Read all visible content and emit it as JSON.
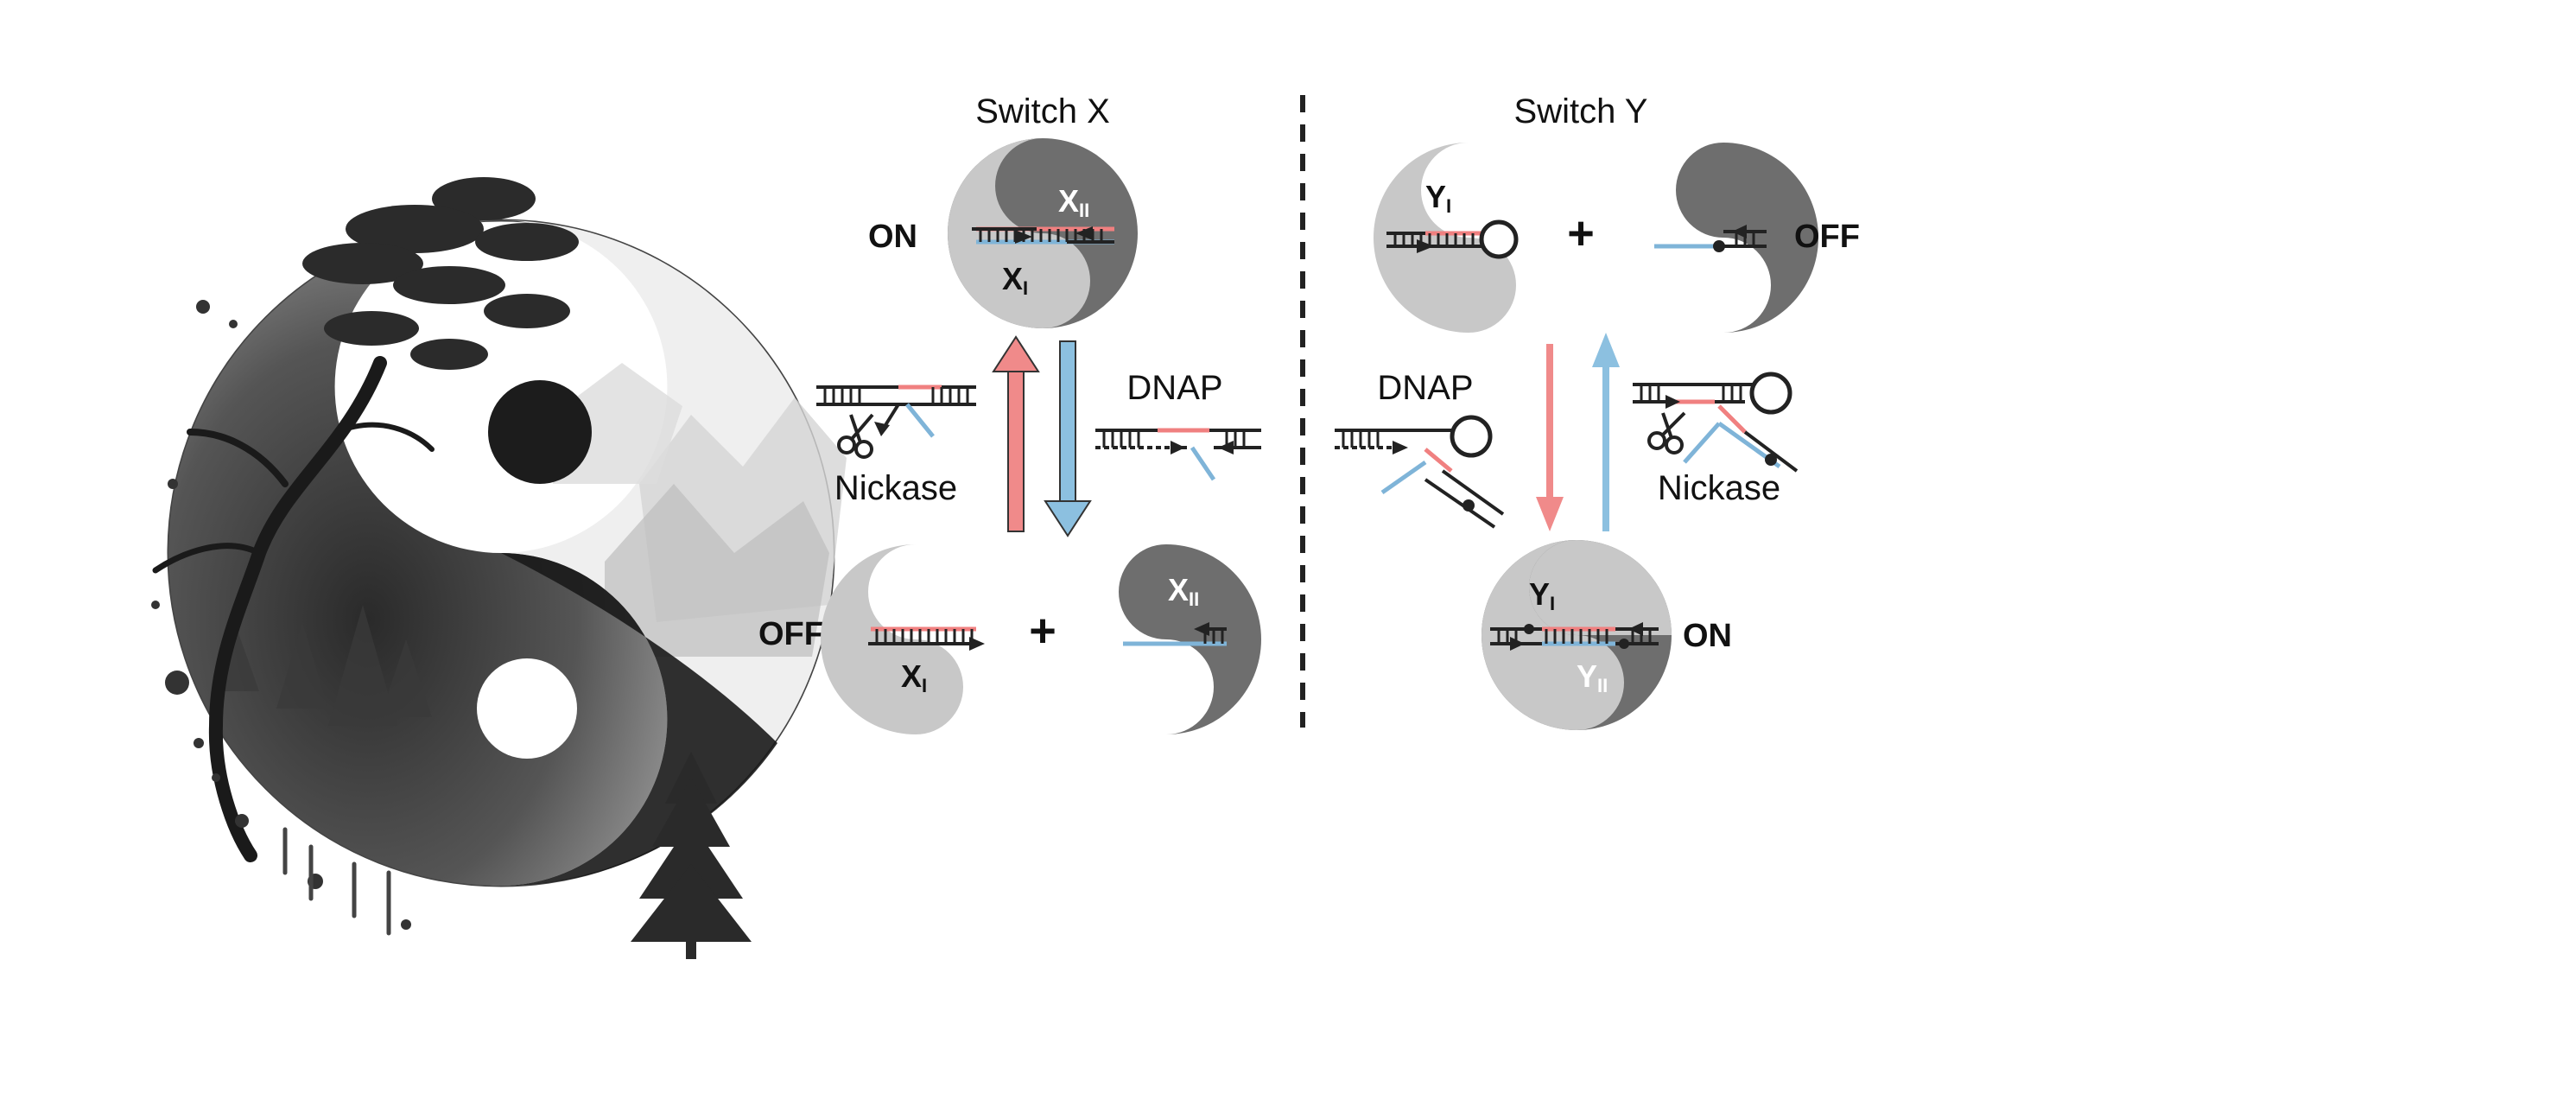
{
  "figure": {
    "switch_x": {
      "title": "Switch X",
      "on_label": "ON",
      "off_label": "OFF",
      "plus": "+",
      "enzyme_left": "Nickase",
      "enzyme_right": "DNAP",
      "part_i": {
        "letter": "X",
        "sub": "I"
      },
      "part_ii": {
        "letter": "X",
        "sub": "II"
      }
    },
    "switch_y": {
      "title": "Switch Y",
      "on_label": "ON",
      "off_label": "OFF",
      "plus": "+",
      "enzyme_left": "DNAP",
      "enzyme_right": "Nickase",
      "part_i": {
        "letter": "Y",
        "sub": "I"
      },
      "part_ii": {
        "letter": "Y",
        "sub": "II"
      }
    },
    "colors": {
      "light_gray": "#c8c8c8",
      "dark_gray": "#6e6e6e",
      "red_strand": "#f08080",
      "blue_strand": "#7fb4d8",
      "red_arrow": "#f08a8a",
      "blue_arrow": "#8cc0e0"
    },
    "illustration": "yin-yang-ink-landscape"
  }
}
